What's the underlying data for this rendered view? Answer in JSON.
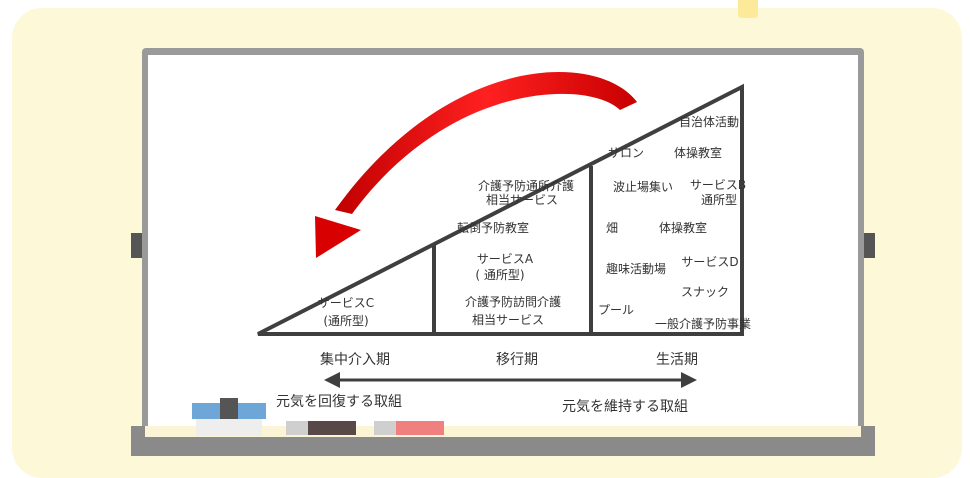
{
  "diagram": {
    "section_left": {
      "lines": [
        "サービスC",
        "(通所型)"
      ]
    },
    "section_mid": {
      "above": {
        "lines": [
          "介護予防通所介護",
          "相当サービス"
        ]
      },
      "top_label": "転倒予防教室",
      "service_a": {
        "lines": [
          "サービスA",
          "( 通所型)"
        ]
      },
      "bottom": {
        "lines": [
          "介護予防訪問介護",
          "相当サービス"
        ]
      }
    },
    "section_right": {
      "items": {
        "jichitai": "自治体活動",
        "salon": "サロン",
        "taiso1": "体操教室",
        "hatoba": "波止場集い",
        "service_b_line1": "サービスB",
        "service_b_line2": "通所型",
        "hatake": "畑",
        "taiso2": "体操教室",
        "shumi": "趣味活動場",
        "service_d": "サービスD",
        "snack": "スナック",
        "pool": "プール",
        "ippan": "一般介護予防事業"
      }
    },
    "phases": [
      "集中介入期",
      "移行期",
      "生活期"
    ],
    "goals": {
      "recover": "元気を回復する取組",
      "maintain": "元気を維持する取組"
    },
    "colors": {
      "background": "#fdf8d8",
      "accent": "#fce99a",
      "board_frame": "#9a9a9a",
      "board_surface": "#ffffff",
      "shelf": "#fbf5d6",
      "triangle_stroke": "#3f3f3f",
      "arrow_red": "#e00000",
      "eraser_blue": "#6fa6d8",
      "eraser_dark": "#555555",
      "marker_gray": "#cfcfcf",
      "marker_dark": "#584848",
      "marker_red": "#f08080"
    }
  }
}
